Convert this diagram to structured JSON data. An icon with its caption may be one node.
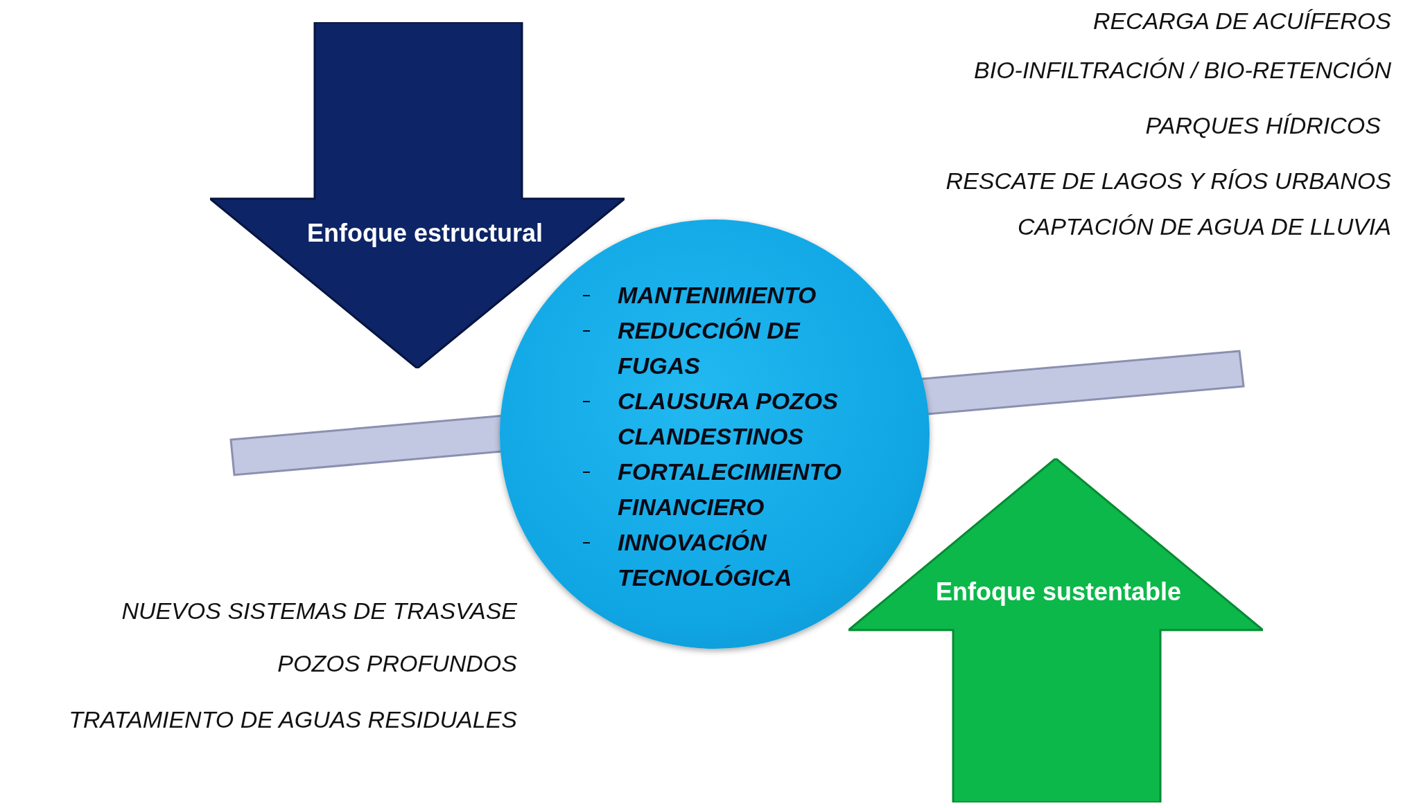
{
  "diagram": {
    "nodes": [
      {
        "text": [
          "Enfoque estructural"
        ]
      },
      {
        "text": [
          "MANTENIMIENTO",
          "REDUCCIÓN DE FUGAS",
          "CLAUSURA POZOS CLANDESTINOS",
          "FORTALECIMIENTO FINANCIERO",
          "INNOVACIÓN TECNOLÓGICA"
        ]
      },
      {
        "text": [
          "Enfoque sustentable"
        ]
      }
    ],
    "labels": [
      "RECARGA DE ACUÍFEROS",
      "BIO-INFILTRACIÓN / BIO-RETENCIÓN",
      "PARQUES HÍDRICOS",
      "RESCATE DE LAGOS Y RÍOS URBANOS",
      "CAPTACIÓN DE AGUA DE LLUVIA",
      "NUEVOS SISTEMAS DE TRASVASE",
      "POZOS PROFUNDOS",
      "TRATAMIENTO DE AGUAS RESIDUALES"
    ]
  }
}
